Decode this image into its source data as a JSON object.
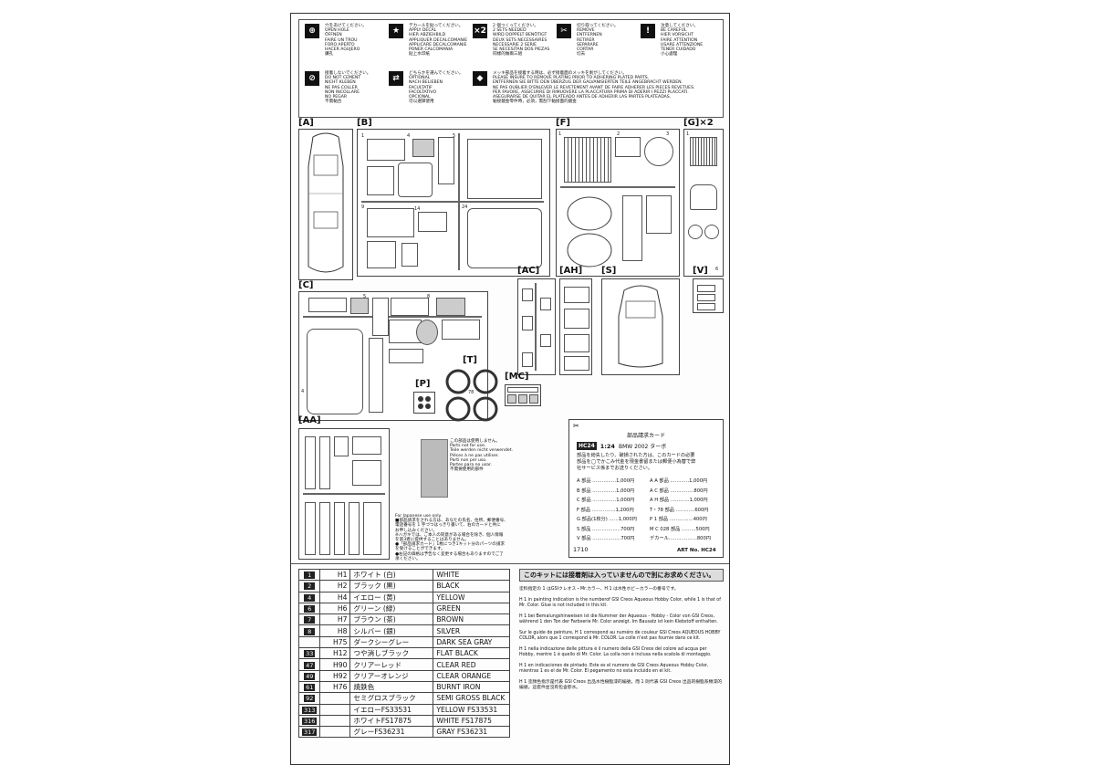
{
  "legend": [
    {
      "icon": "drill-icon",
      "lines": [
        "穴をあけてください。",
        "OPEN HOLE",
        "ÖFFNEN",
        "FAIRE UN TROU",
        "FORO APERTO",
        "HACER AGUJERO",
        "鑽孔"
      ]
    },
    {
      "icon": "decal-icon",
      "lines": [
        "デカールを貼ってください。",
        "APPLY DECAL",
        "HIER ABZIEHBILD",
        "APPLIQUER DECALCOMANIE",
        "APPLICARE DECALCOMANIE",
        "PONER CALCOMANIA",
        "貼上水印紙"
      ]
    },
    {
      "icon": "x2-icon",
      "symbol": "×2",
      "lines": [
        "2 個つくってください。",
        "2 SETS NEEDED",
        "WIRD DOPPELT BENÖTIGT",
        "DEUX SETS NECESSAIRES",
        "NECESSARIE 2 SERIE",
        "SE NECESITAN DOS PIEZAS",
        "同樣的做兩三組"
      ]
    },
    {
      "icon": "remove-icon",
      "lines": [
        "切り取ってください。",
        "REMOVE",
        "ENTFERNEN",
        "RETIRER",
        "SEPARARE",
        "CORTAR",
        "切去"
      ]
    },
    {
      "icon": "caution-icon",
      "lines": [
        "注意してください。",
        "BE CAREFUL",
        "HIER VORSICHT",
        "FAIRE ATTENTION",
        "USARE ATTENZIONE",
        "TENER CUIDADO",
        "小心處理"
      ]
    },
    {
      "icon": "no-cement-icon",
      "lines": [
        "接着しないでください。",
        "DO NOT CEMENT",
        "NICHT KLEBEN",
        "NE PAS COLLER",
        "NON INCOLLARE",
        "NO PEGAR",
        "不需黏合"
      ]
    },
    {
      "icon": "optional-icon",
      "lines": [
        "どちらかを選んでください。",
        "OPTIONAL",
        "NACH BELIEBEN",
        "FACULTATIF",
        "FACOLTATIVO",
        "OPCIONAL",
        "可以選擇使用"
      ]
    },
    {
      "icon": "plated-icon",
      "lines": [
        "メッキ部品を接着する時は、必ず接着面のメッキを剥がしてください。",
        "PLEASE INSURE TO REMOVE PLATING PRIOR TO ADHERING PLATED PARTS.",
        "ENTFERNEN SIE BITTE DEN ÜBERZUG DER GALVANISIERTEN TEILE ANGEBRACHT WERDEN.",
        "NE PAS OUBLIER D'ENLEVER LE REVETEMENT AVANT DE FAIRE ADHERER LES PIECES REVETUES.",
        "PER FAVORE, ASSICURRE DI RIMUOVERE LA PLACCATURA PRIMA DI ADERIR I PEZZI PLACCATI.",
        "ASEGURARSE DE QUITAR EL PLATEADO ANTES DE ADHERIR LAS PARTES PLATEADAS.",
        "黏接鍍金零件時，必須，需刮下黏接面的鍍金"
      ]
    }
  ],
  "parts": {
    "A": "[A]",
    "B": "[B]",
    "F": "[F]",
    "G": "[G]×2",
    "C": "[C]",
    "AC": "[AC]",
    "AH": "[AH]",
    "S": "[S]",
    "V": "[V]",
    "P": "[P]",
    "T": "[T]",
    "MC": "[MC]",
    "AA": "[AA]",
    "T_center": "78"
  },
  "unused": [
    "この部品は使用しません。",
    "Parts not for use.",
    "Teile werden nicht verwendet.",
    "Pièces à ne pas utiliser.",
    "Parti non per uso.",
    "Partes para no usar.",
    "不需要使用的部件"
  ],
  "japanese_note": [
    "For Japanese use only.",
    "■部品請求をされる方は、あなたの氏名、住所、郵便番号、",
    "電話番号を 1 字づつはっきり書いて、右のカードと共に",
    "お申し込みください。",
    "※ハガキでは、ご本人の同意がある場合を除き、個人情報",
    "を第3者に提供することはありません。",
    "●「部品請求カード」1枚につき1キット分のパーツの請求",
    "を受けることができます。",
    "●右記の価格は予告なく変更する場合もありますのでご了",
    "承ください。"
  ],
  "order_card": {
    "title": "部品請求カード",
    "code": "HC24",
    "scale": "1:24",
    "product": "BMW 2002 ターボ",
    "intro": [
      "部品を紛失したり、破損された方は、このカードの必要",
      "部品を◯でかこみ代金を現金書留または郵便小為替で弊",
      "社サービス係までお送りください。"
    ],
    "left": [
      "A 部品 ……………1,000円",
      "B 部品 ……………1,000円",
      "C 部品 ……………1,000円",
      "F 部品 ……………1,200円",
      "G 部品(1枚分) ……1,000円",
      "S 部品 ………………700円",
      "V 部品 ………………700円"
    ],
    "right": [
      "A A 部品 …………1,000円",
      "A C 部品 ……………800円",
      "A H 部品 …………1,000円",
      "T・78 部品 …………600円",
      "P 1 部品 ……………400円",
      "M C 028 部品 ………500円",
      "デカール………………800円"
    ],
    "number": "1710",
    "art": "ART No. HC24"
  },
  "colors": [
    {
      "num": "1",
      "code": "H1",
      "jp": "ホワイト (白)",
      "en": "WHITE"
    },
    {
      "num": "2",
      "code": "H2",
      "jp": "ブラック (黒)",
      "en": "BLACK"
    },
    {
      "num": "4",
      "code": "H4",
      "jp": "イエロー (黄)",
      "en": "YELLOW"
    },
    {
      "num": "6",
      "code": "H6",
      "jp": "グリーン (緑)",
      "en": "GREEN"
    },
    {
      "num": "7",
      "code": "H7",
      "jp": "ブラウン (茶)",
      "en": "BROWN"
    },
    {
      "num": "8",
      "code": "H8",
      "jp": "シルバー (銀)",
      "en": "SILVER"
    },
    {
      "num": "",
      "code": "H75",
      "jp": "ダークシーグレー",
      "en": "DARK SEA GRAY"
    },
    {
      "num": "33",
      "code": "H12",
      "jp": "つや消しブラック",
      "en": "FLAT BLACK"
    },
    {
      "num": "47",
      "code": "H90",
      "jp": "クリアーレッド",
      "en": "CLEAR RED"
    },
    {
      "num": "49",
      "code": "H92",
      "jp": "クリアーオレンジ",
      "en": "CLEAR ORANGE"
    },
    {
      "num": "61",
      "code": "H76",
      "jp": "焼鉄色",
      "en": "BURNT IRON"
    },
    {
      "num": "92",
      "code": "",
      "jp": "セミグロスブラック",
      "en": "SEMI GROSS BLACK"
    },
    {
      "num": "313",
      "code": "",
      "jp": "イエローFS33531",
      "en": "YELLOW FS33531"
    },
    {
      "num": "316",
      "code": "",
      "jp": "ホワイトFS17875",
      "en": "WHITE FS17875"
    },
    {
      "num": "317",
      "code": "",
      "jp": "グレーFS36231",
      "en": "GRAY FS36231"
    }
  ],
  "notes": {
    "head": "このキットには接着剤は入っていませんので別にお求めください。",
    "paragraphs": [
      "塗料指定の 1 はGSIクレオス・Mr.カラー、H 1 は水性ホビーカラーの番号です。",
      "H 1 in painting indication is the numberof GSI Creos Aqueous Hobby Color, while 1 is that of Mr. Color. Glue is not included in this kit.",
      "H 1 bei Bemalungshinweisen ist die Nummer der Aqueous - Hobby - Color von GSI Creos, während 1 den Ton der Farbserie Mr. Color anzeigt. Im Bausatz ist kein Klebstoff enthalten.",
      "Sur le guide de peinture, H 1 correspond au numéro de couleur GSI Creos AQUEOUS HOBBY COLOR, alors que 1 correspond à Mr. COLOR. La colle n'est pas fournie dans ce kit.",
      "H 1 nella indicazione delle pittura è il numero della GSI Creos del colore ad acqua per Hobby, mentre 1 è quello di Mr. Color. La colla non è inclusa nella scatola di montaggio.",
      "H 1 en indicaciones de pintado. Este es el numero de GSI Creos Aqueous Hobby Color, mientras 1 es el de Mr. Color. El pegamento no esta incluido en el kit.",
      "H 1 塗顏色指示是代表 GSI Creos 出品水性樹脂漆的編號，而 1 則代表 GSI Creos 出品的樹脂系類漆的編號。這套件並沒有包含膠水。"
    ]
  }
}
